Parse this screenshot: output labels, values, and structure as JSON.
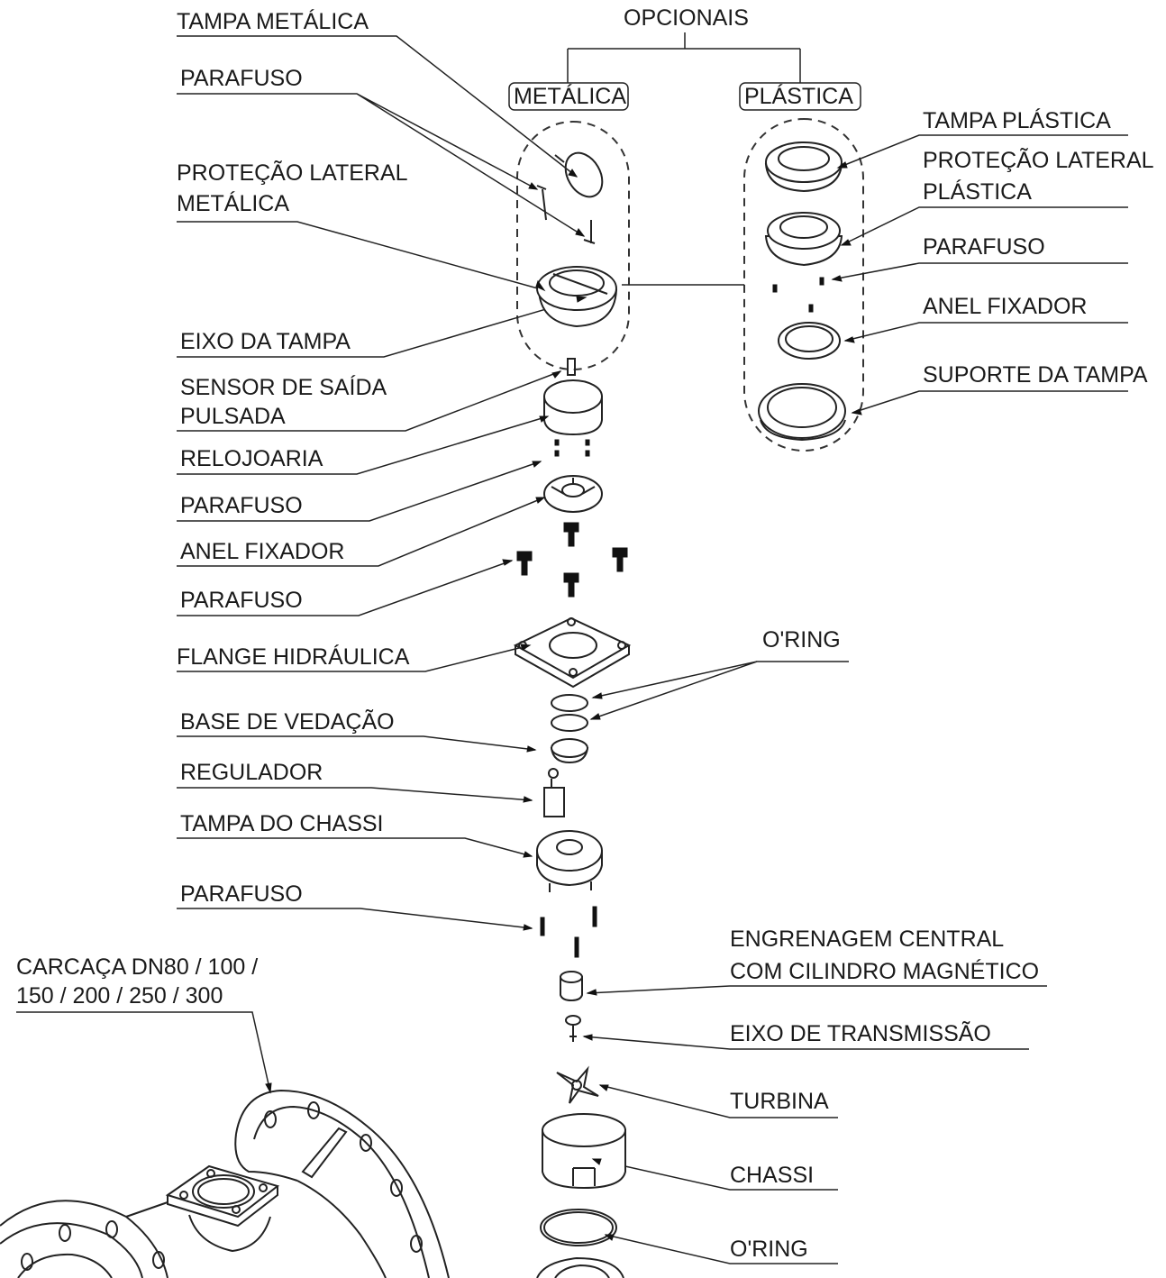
{
  "labels": {
    "tampa_metalica": "TAMPA METÁLICA",
    "opcionais": "OPCIONAIS",
    "metalica": "METÁLICA",
    "plastica": "PLÁSTICA",
    "parafuso_1": "PARAFUSO",
    "protecao_lateral_metalica_1": "PROTEÇÃO LATERAL",
    "protecao_lateral_metalica_2": "METÁLICA",
    "tampa_plastica": "TAMPA PLÁSTICA",
    "protecao_lateral_plastica_1": "PROTEÇÃO LATERAL",
    "protecao_lateral_plastica_2": "PLÁSTICA",
    "parafuso_plastica": "PARAFUSO",
    "anel_fixador_plastica": "ANEL FIXADOR",
    "suporte_da_tampa": "SUPORTE DA TAMPA",
    "eixo_da_tampa": "EIXO DA TAMPA",
    "sensor_1": "SENSOR DE SAÍDA",
    "sensor_2": "PULSADA",
    "relojoaria": "RELOJOARIA",
    "parafuso_2": "PARAFUSO",
    "anel_fixador": "ANEL FIXADOR",
    "parafuso_3": "PARAFUSO",
    "flange_hidraulica": "FLANGE HIDRÁULICA",
    "oring_1": "O'RING",
    "base_de_vedacao": "BASE DE VEDAÇÃO",
    "regulador": "REGULADOR",
    "tampa_do_chassi": "TAMPA DO CHASSI",
    "parafuso_4": "PARAFUSO",
    "engrenagem_1": "ENGRENAGEM CENTRAL",
    "engrenagem_2": "COM CILINDRO MAGNÉTICO",
    "carcaca_1": "CARCAÇA DN80 / 100 /",
    "carcaca_2": "150 / 200 / 250 / 300",
    "eixo_de_transmissao": "EIXO DE TRANSMISSÃO",
    "turbina": "TURBINA",
    "chassi": "CHASSI",
    "oring_2": "O'RING"
  }
}
